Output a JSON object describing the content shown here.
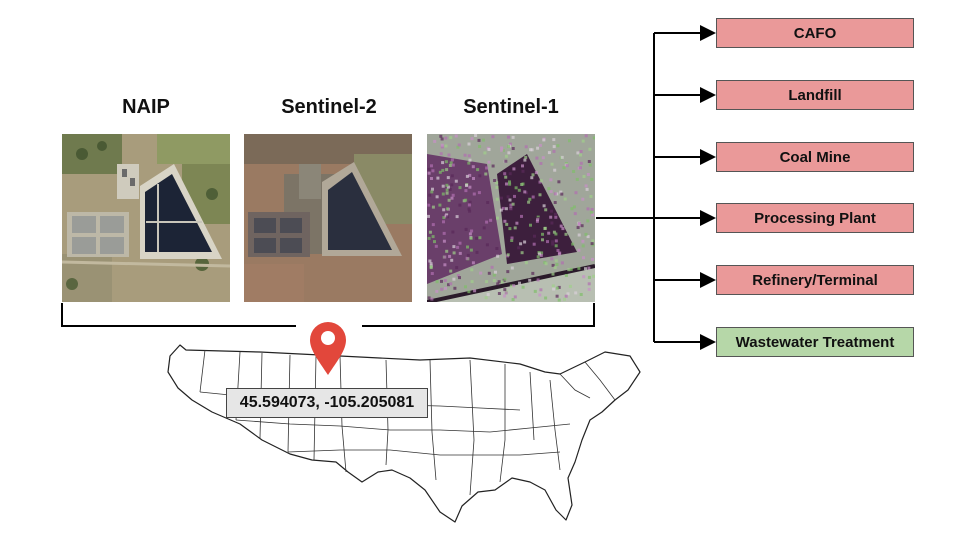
{
  "sources": [
    {
      "label": "NAIP"
    },
    {
      "label": "Sentinel-2"
    },
    {
      "label": "Sentinel-1"
    }
  ],
  "classes": [
    {
      "label": "CAFO",
      "color": "#ea9999",
      "status": "negative"
    },
    {
      "label": "Landfill",
      "color": "#ea9999",
      "status": "negative"
    },
    {
      "label": "Coal Mine",
      "color": "#ea9999",
      "status": "negative"
    },
    {
      "label": "Processing Plant",
      "color": "#ea9999",
      "status": "negative"
    },
    {
      "label": "Refinery/Terminal",
      "color": "#ea9999",
      "status": "negative"
    },
    {
      "label": "Wastewater Treatment",
      "color": "#b6d7a8",
      "status": "positive"
    }
  ],
  "location": {
    "coordinates": "45.594073, -105.205081",
    "marker_icon": "map-pin-icon",
    "marker_color": "#e2473b"
  },
  "map": {
    "region": "us-map"
  }
}
